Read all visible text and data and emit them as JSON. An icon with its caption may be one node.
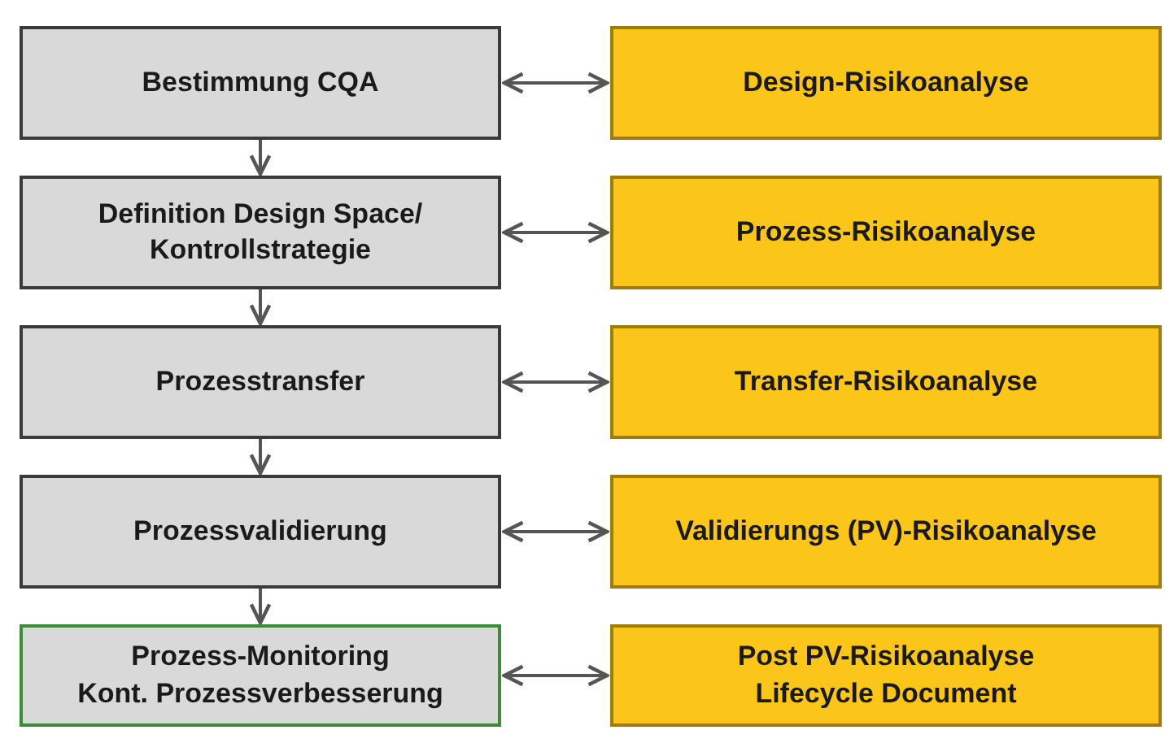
{
  "diagram": {
    "nodes": [
      {
        "text": [
          "Bestimmung CQA"
        ]
      },
      {
        "text": [
          "Design-Risikoanalyse"
        ]
      },
      {
        "text": [
          "Definition Design Space/ Kontrollstrategie"
        ]
      },
      {
        "text": [
          "Prozess-Risikoanalyse"
        ]
      },
      {
        "text": [
          "Prozesstransfer"
        ]
      },
      {
        "text": [
          "Transfer-Risikoanalyse"
        ]
      },
      {
        "text": [
          "Prozessvalidierung"
        ]
      },
      {
        "text": [
          "Validierungs (PV)-Risikoanalyse"
        ]
      },
      {
        "text": [
          "Prozess-Monitoring",
          "Kont. Prozessverbesserung"
        ]
      },
      {
        "text": [
          "Post PV-Risikoanalyse",
          "Lifecycle Document"
        ]
      }
    ],
    "edges": [
      {
        "from": 0,
        "to": 1,
        "arrow": "both"
      },
      {
        "from": 0,
        "to": 2,
        "arrow": "to"
      },
      {
        "from": 2,
        "to": 3,
        "arrow": "both"
      },
      {
        "from": 2,
        "to": 4,
        "arrow": "to"
      },
      {
        "from": 4,
        "to": 5,
        "arrow": "both"
      },
      {
        "from": 4,
        "to": 6,
        "arrow": "to"
      },
      {
        "from": 6,
        "to": 7,
        "arrow": "both"
      },
      {
        "from": 6,
        "to": 8,
        "arrow": "to"
      },
      {
        "from": 8,
        "to": 9,
        "arrow": "both"
      }
    ]
  }
}
